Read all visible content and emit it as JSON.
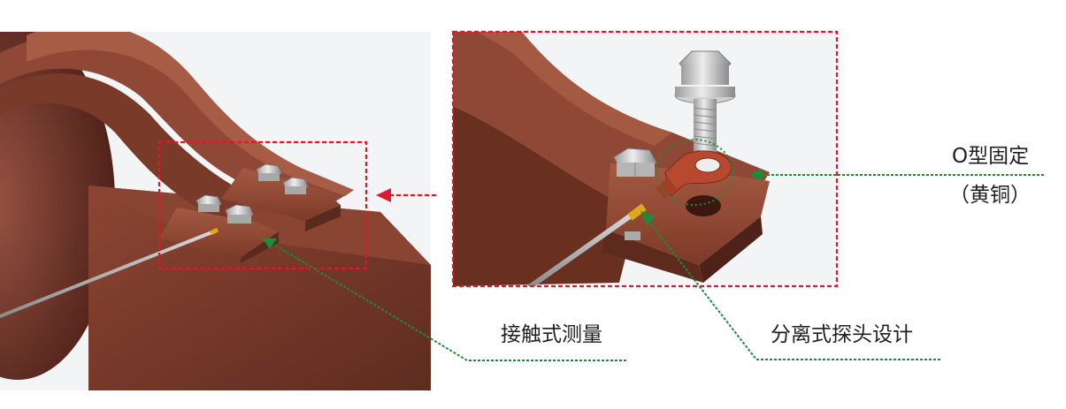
{
  "labels": {
    "contact_measure": "接触式测量",
    "split_probe": "分离式探头设计",
    "o_ring_fix": "O型固定",
    "brass": "（黄铜）"
  },
  "colors": {
    "copper": "#7a3a28",
    "copper_light": "#9a5038",
    "copper_dark": "#4e2218",
    "highlight_box": "#e0182b",
    "callout_line": "#1f8a3a",
    "bolt": "#c9c9c9",
    "lug": "#b8482e",
    "sensor_tip": "#e0a81a",
    "background_panel": "#f3f4f5"
  }
}
